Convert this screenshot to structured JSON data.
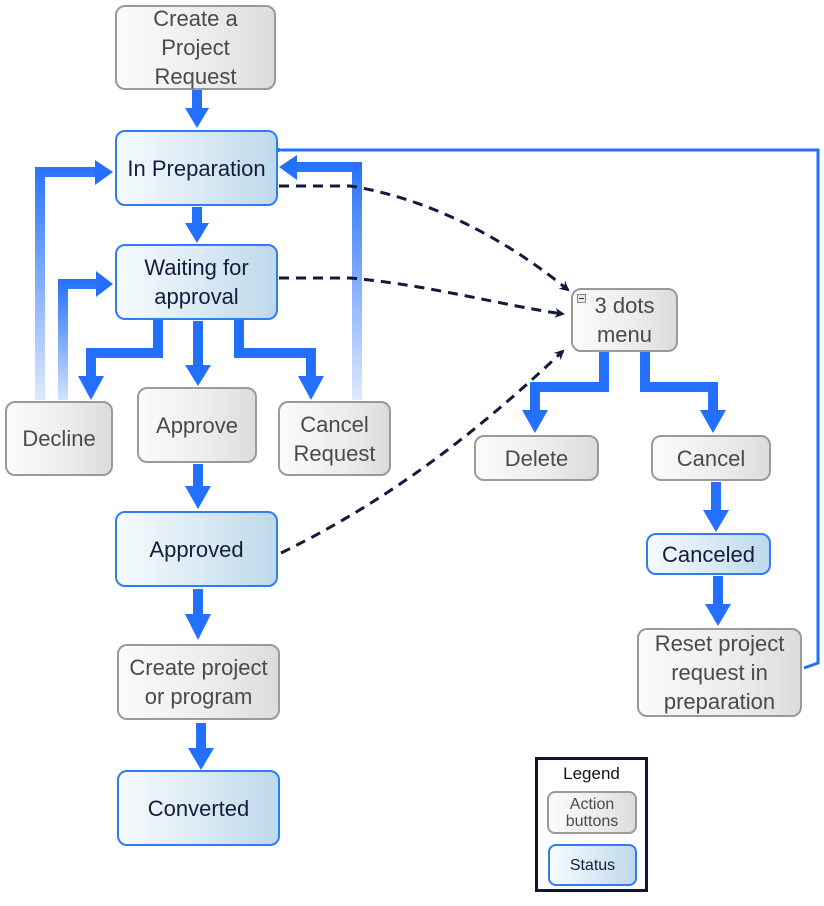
{
  "diagram": {
    "title": "Project request workflow",
    "nodes": {
      "create_request": {
        "label": "Create a Project Request",
        "lines": [
          "Create a",
          "Project",
          "Request"
        ],
        "kind": "action"
      },
      "in_preparation": {
        "label": "In Preparation",
        "kind": "status"
      },
      "waiting_for_approval": {
        "label": "Waiting for approval",
        "lines": [
          "Waiting for",
          "approval"
        ],
        "kind": "status"
      },
      "decline": {
        "label": "Decline",
        "kind": "action"
      },
      "approve": {
        "label": "Approve",
        "kind": "action"
      },
      "cancel_request": {
        "label": "Cancel Request",
        "lines": [
          "Cancel",
          "Request"
        ],
        "kind": "action"
      },
      "approved": {
        "label": "Approved",
        "kind": "status"
      },
      "create_project_or_program": {
        "label": "Create project or program",
        "lines": [
          "Create project",
          "or program"
        ],
        "kind": "action"
      },
      "converted": {
        "label": "Converted",
        "kind": "status"
      },
      "three_dots_menu": {
        "label": "3 dots menu",
        "lines": [
          "3 dots",
          "menu"
        ],
        "kind": "action"
      },
      "delete": {
        "label": "Delete",
        "kind": "action"
      },
      "cancel": {
        "label": "Cancel",
        "kind": "action"
      },
      "canceled": {
        "label": "Canceled",
        "kind": "status"
      },
      "reset": {
        "label": "Reset project request in preparation",
        "lines": [
          "Reset project",
          "request in",
          "preparation"
        ],
        "kind": "action"
      }
    },
    "edges": [
      {
        "from": "create_request",
        "to": "in_preparation",
        "style": "solid"
      },
      {
        "from": "in_preparation",
        "to": "waiting_for_approval",
        "style": "solid"
      },
      {
        "from": "waiting_for_approval",
        "to": "decline",
        "style": "solid"
      },
      {
        "from": "waiting_for_approval",
        "to": "approve",
        "style": "solid"
      },
      {
        "from": "waiting_for_approval",
        "to": "cancel_request",
        "style": "solid"
      },
      {
        "from": "decline",
        "to": "in_preparation",
        "style": "faded"
      },
      {
        "from": "decline",
        "to": "waiting_for_approval",
        "style": "faded"
      },
      {
        "from": "cancel_request",
        "to": "in_preparation",
        "style": "faded"
      },
      {
        "from": "approve",
        "to": "approved",
        "style": "solid"
      },
      {
        "from": "approved",
        "to": "create_project_or_program",
        "style": "solid"
      },
      {
        "from": "create_project_or_program",
        "to": "converted",
        "style": "solid"
      },
      {
        "from": "in_preparation",
        "to": "three_dots_menu",
        "style": "dashed"
      },
      {
        "from": "waiting_for_approval",
        "to": "three_dots_menu",
        "style": "dashed"
      },
      {
        "from": "approved",
        "to": "three_dots_menu",
        "style": "dashed"
      },
      {
        "from": "three_dots_menu",
        "to": "delete",
        "style": "solid"
      },
      {
        "from": "three_dots_menu",
        "to": "cancel",
        "style": "solid"
      },
      {
        "from": "cancel",
        "to": "canceled",
        "style": "solid"
      },
      {
        "from": "canceled",
        "to": "reset",
        "style": "solid"
      },
      {
        "from": "reset",
        "to": "in_preparation",
        "style": "thin"
      }
    ],
    "legend": {
      "title": "Legend",
      "items": [
        {
          "label": "Action buttons",
          "lines": [
            "Action",
            "buttons"
          ],
          "kind": "action"
        },
        {
          "label": "Status",
          "kind": "status"
        }
      ]
    },
    "colors": {
      "arrow": "#2370ff",
      "dashed": "#0f1a3c",
      "status_border": "#2f7cf6",
      "action_border": "#9a9a9a"
    }
  }
}
